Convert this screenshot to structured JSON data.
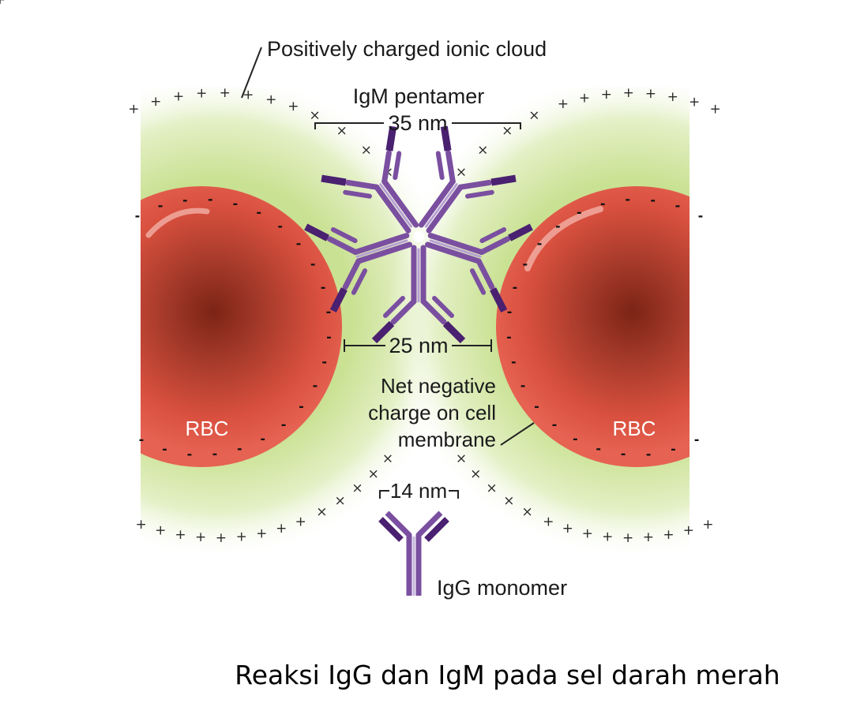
{
  "labels": {
    "ionic_cloud": "Positively charged ionic cloud",
    "igm": "IgM pentamer",
    "igm_width": "35 nm",
    "gap_width": "25 nm",
    "membrane_line1": "Net negative",
    "membrane_line2": "charge on cell",
    "membrane_line3": "membrane",
    "rbc_left": "RBC",
    "rbc_right": "RBC",
    "igg_width": "14 nm",
    "igg": "IgG monomer"
  },
  "caption": "Reaksi IgG dan IgM pada sel darah merah",
  "symbols": {
    "positive": "+",
    "negative": "-",
    "cross": "×"
  },
  "colors": {
    "rbc_outer": "#e2574c",
    "rbc_core": "#8e2a1c",
    "cloud": "#cfe59a",
    "antibody": "#7a4fa0",
    "antibody_light": "#b7a0d2",
    "antibody_tip": "#4a2070"
  }
}
